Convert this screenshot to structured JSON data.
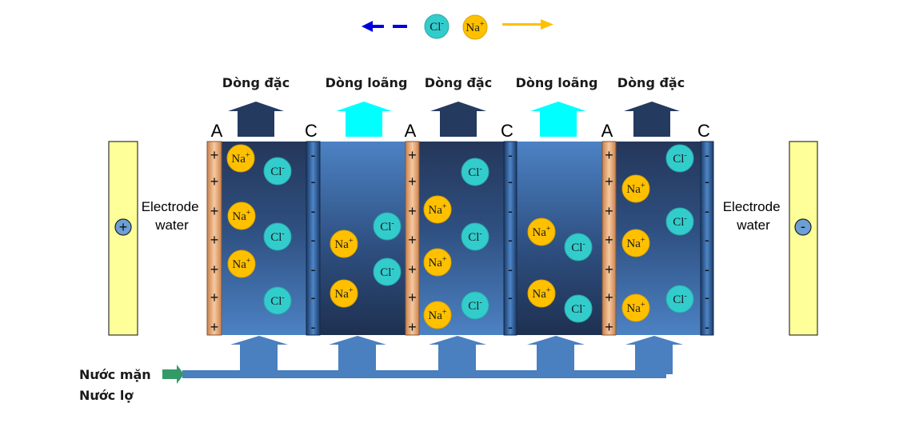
{
  "legend": {
    "cl_symbol": "Cl",
    "cl_charge": "-",
    "na_symbol": "Na",
    "na_charge": "+"
  },
  "colors": {
    "cl_ion": "#33cccc",
    "na_ion": "#ffc000",
    "concentrate_arrow": "#243a5e",
    "dilute_arrow": "#00ffff",
    "inlet_arrow": "#4a7fc0",
    "cl_direction_arrow": "#0000dd",
    "na_direction_arrow": "#ffc000",
    "electrode": "#ffff99",
    "anion_membrane": "#f4b183",
    "cation_membrane": "#2e5f9a",
    "feed_arrow": "#339966"
  },
  "streams": [
    "Dòng đặc",
    "Dòng loãng",
    "Dòng đặc",
    "Dòng loãng",
    "Dòng đặc"
  ],
  "membranes": [
    "A",
    "C",
    "A",
    "C",
    "A",
    "C"
  ],
  "electrodes": {
    "left_sign": "+",
    "right_sign": "-",
    "left_label_line1": "Electrode",
    "left_label_line2": "water",
    "right_label_line1": "Electrode",
    "right_label_line2": "water"
  },
  "feed": {
    "line1": "Nước mặn",
    "line2": "Nước lợ"
  }
}
